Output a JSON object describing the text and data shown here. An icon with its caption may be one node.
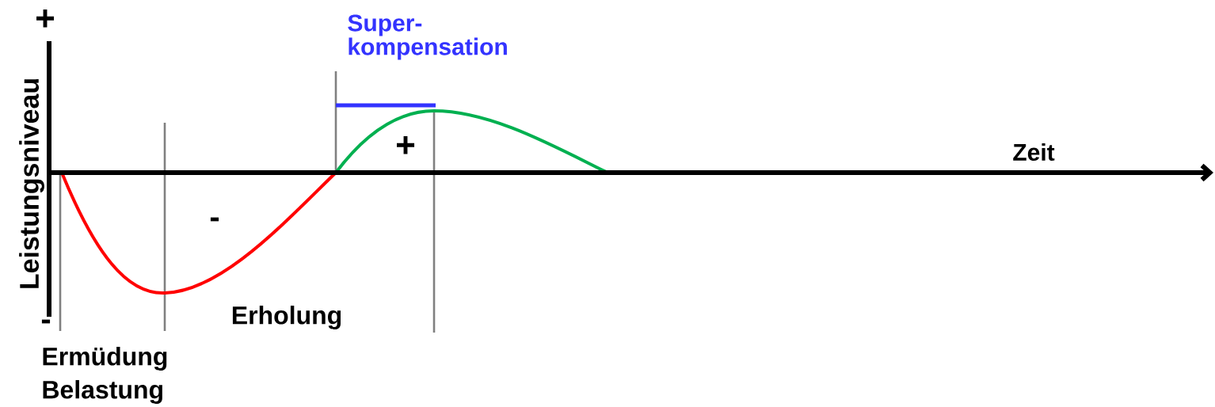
{
  "diagram": {
    "labels": [
      "+",
      "Super- kompensation",
      "Leistungsniveau",
      "Zeit",
      "+",
      "-",
      "Erholung",
      "-",
      "Ermüdung",
      "Belastung"
    ]
  }
}
